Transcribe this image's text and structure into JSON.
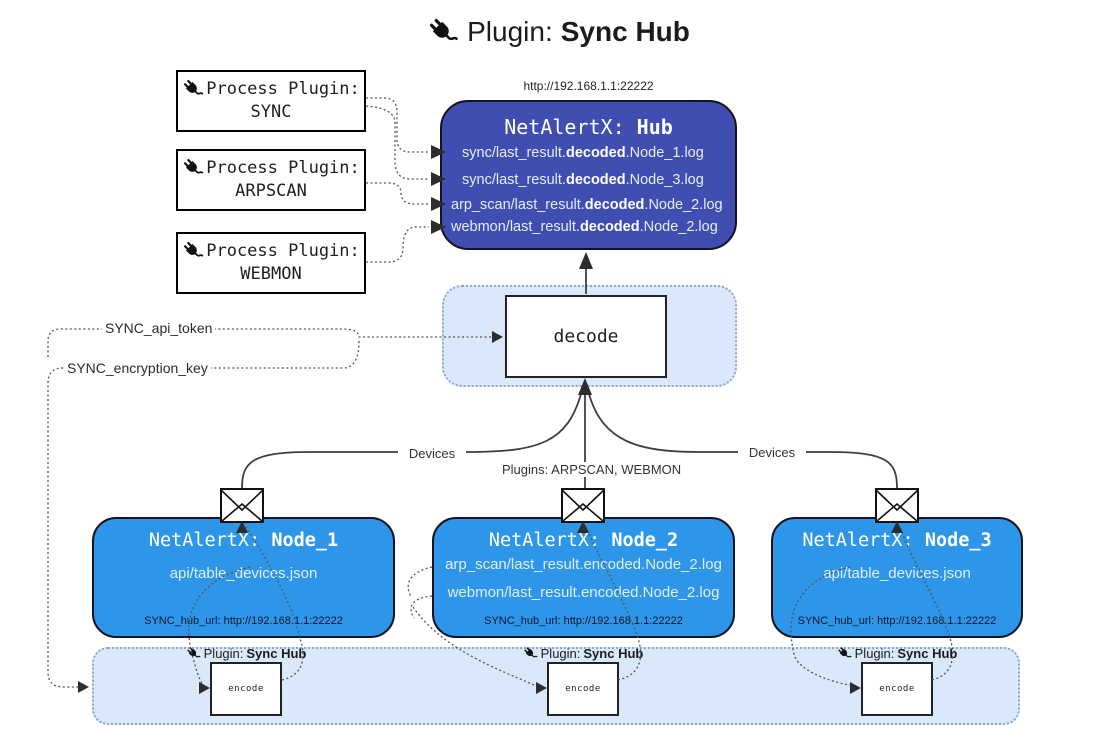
{
  "title": {
    "prefix": "Plugin:",
    "bold": "Sync Hub"
  },
  "hub": {
    "url": "http://192.168.1.1:22222",
    "name_prefix": "NetAlertX:",
    "name_bold": "Hub",
    "lines": [
      {
        "pre": "sync/last_result.",
        "bold": "decoded",
        "post": ".Node_1.log"
      },
      {
        "pre": "sync/last_result.",
        "bold": "decoded",
        "post": ".Node_3.log"
      },
      {
        "pre": "arp_scan/last_result.",
        "bold": "decoded",
        "post": ".Node_2.log"
      },
      {
        "pre": "webmon/last_result.",
        "bold": "decoded",
        "post": ".Node_2.log"
      }
    ]
  },
  "process_plugins": [
    {
      "label": "Process Plugin:",
      "name": "SYNC"
    },
    {
      "label": "Process Plugin:",
      "name": "ARPSCAN"
    },
    {
      "label": "Process Plugin:",
      "name": "WEBMON"
    }
  ],
  "settings": {
    "api_token": "SYNC_api_token",
    "encryption_key": "SYNC_encryption_key"
  },
  "decode_label": "decode",
  "edge_labels": {
    "devices_left": "Devices",
    "devices_right": "Devices",
    "plugins_mid": "Plugins: ARPSCAN, WEBMON"
  },
  "nodes": [
    {
      "name_prefix": "NetAlertX:",
      "name_bold": "Node_1",
      "lines": [
        "api/table_devices.json"
      ],
      "hub_url": "SYNC_hub_url: http://192.168.1.1:22222"
    },
    {
      "name_prefix": "NetAlertX:",
      "name_bold": "Node_2",
      "lines": [
        "arp_scan/last_result.encoded.Node_2.log",
        "webmon/last_result.encoded.Node_2.log"
      ],
      "hub_url": "SYNC_hub_url: http://192.168.1.1:22222"
    },
    {
      "name_prefix": "NetAlertX:",
      "name_bold": "Node_3",
      "lines": [
        "api/table_devices.json"
      ],
      "hub_url": "SYNC_hub_url: http://192.168.1.1:22222"
    }
  ],
  "encoders": [
    {
      "label_prefix": "Plugin:",
      "label_bold": "Sync Hub",
      "box_label": "encode"
    },
    {
      "label_prefix": "Plugin:",
      "label_bold": "Sync Hub",
      "box_label": "encode"
    },
    {
      "label_prefix": "Plugin:",
      "label_bold": "Sync Hub",
      "box_label": "encode"
    }
  ],
  "colors": {
    "hub_fill": "#3F4EB0",
    "node_fill": "#2E96E8",
    "container_fill": "#D9E9FB",
    "container_border": "#90A7BF",
    "line": "#3F3F3F"
  }
}
